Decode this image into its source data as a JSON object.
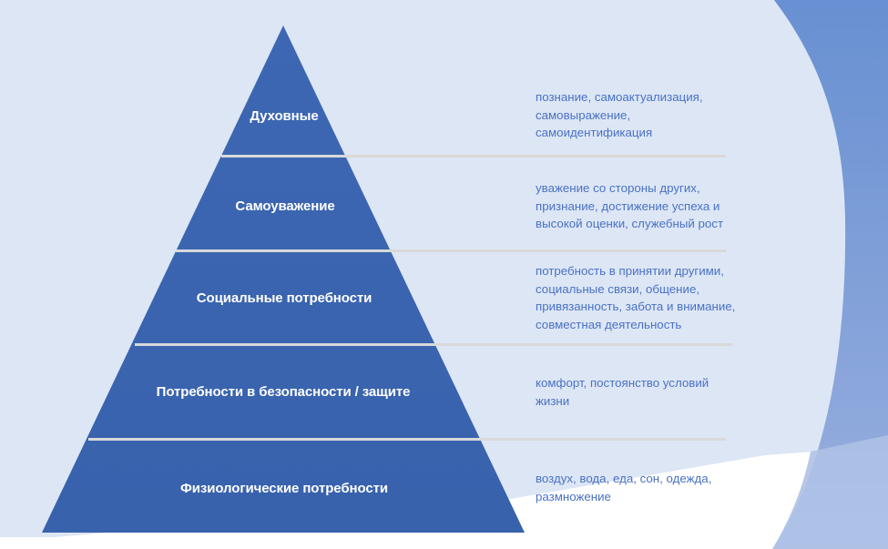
{
  "diagram": {
    "type": "pyramid",
    "title": "",
    "colors": {
      "background": "#dde6f5",
      "pyramid_fill": "#3a63ad",
      "separator": "#d9d9d9",
      "label_text": "#ffffff",
      "description_text": "#4a72c4",
      "decor_band_top": "#6b93d4",
      "decor_band_bottom": "#afc2e6"
    },
    "levels": [
      {
        "label": "Духовные",
        "description": "познание, самоактуализация,\nсамовыражение,\nсамоидентификация"
      },
      {
        "label": "Самоуважение",
        "description": "уважение со стороны других,\nпризнание, достижение успеха и\nвысокой оценки, служебный рост"
      },
      {
        "label": "Социальные потребности",
        "description": "потребность в принятии другими,\nсоциальные связи, общение,\nпривязанность, забота и внимание,\nсовместная деятельность"
      },
      {
        "label": "Потребности в безопасности / защите",
        "description": "комфорт, постоянство условий\nжизни"
      },
      {
        "label": "Физиологические потребности",
        "description": "воздух, вода, еда, сон, одежда,\nразмножение"
      }
    ]
  }
}
